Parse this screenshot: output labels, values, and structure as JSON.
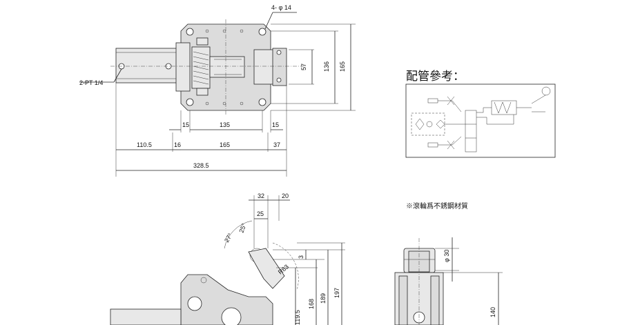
{
  "top_view": {
    "hole_label": "4- φ 14",
    "port_label": "2-PT 1/4",
    "dims": {
      "h57": "57",
      "h136": "136",
      "h165": "165",
      "w15a": "15",
      "w135": "135",
      "w15b": "15",
      "w110_5": "110.5",
      "w16": "16",
      "w165": "165",
      "w37": "37",
      "w328_5": "328.5"
    }
  },
  "piping": {
    "title": "配管參考："
  },
  "side_view": {
    "dims": {
      "d32": "32",
      "d20": "20",
      "d25": "25",
      "a27": "27°",
      "a25": "25°",
      "d3": "3",
      "r63": "R63",
      "d119_5": "119.5",
      "d168": "168",
      "d189": "189",
      "d197": "197"
    }
  },
  "roller_view": {
    "note": "※滾輪爲不銹鋼材質",
    "dims": {
      "phi30": "φ 30",
      "d140": "140"
    }
  }
}
